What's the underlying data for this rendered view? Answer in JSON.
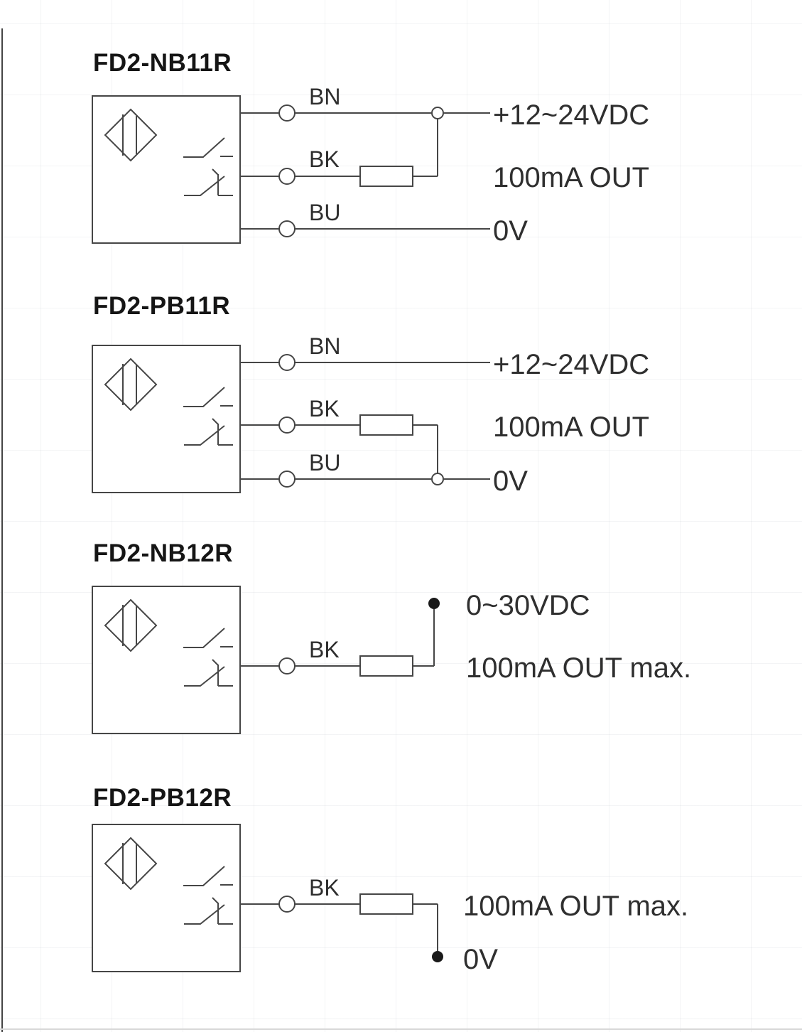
{
  "colors": {
    "line": "#464646",
    "text": "#2f2f2f",
    "title": "#151515",
    "page_background": "#ffffff",
    "grid": "#e9edf0",
    "edge_line": "#454545",
    "bottom_rule": "#d8d8d8"
  },
  "icons": {
    "sensor": "proximity-sensor-diamond-icon",
    "no_contact": "normally-open-contact-icon",
    "nc_contact": "normally-closed-contact-icon",
    "connector": "wire-connector-circle-icon",
    "load": "load-resistor-icon",
    "junction": "junction-circle-icon",
    "node": "terminal-dot-icon"
  },
  "diagrams": [
    {
      "model": "FD2-NB11R",
      "wire_labels": [
        "BN",
        "BK",
        "BU"
      ],
      "terminals": [
        "+12~24VDC",
        "100mA OUT",
        "0V"
      ]
    },
    {
      "model": "FD2-PB11R",
      "wire_labels": [
        "BN",
        "BK",
        "BU"
      ],
      "terminals": [
        "+12~24VDC",
        "100mA OUT",
        "0V"
      ]
    },
    {
      "model": "FD2-NB12R",
      "wire_labels": [
        "BK"
      ],
      "terminals": [
        "0~30VDC",
        "100mA OUT max."
      ]
    },
    {
      "model": "FD2-PB12R",
      "wire_labels": [
        "BK"
      ],
      "terminals": [
        "100mA OUT max.",
        "0V"
      ]
    }
  ]
}
